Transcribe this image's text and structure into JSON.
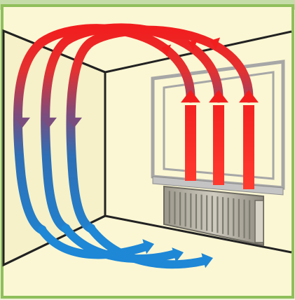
{
  "diagram": {
    "subject": "convection-heating-room",
    "colors": {
      "wall": "#fbf7d4",
      "wall_left": "#f6f1c8",
      "outline": "#222222",
      "frame_border": "#8fbf5a",
      "backdrop_green": "#c6dca8",
      "window_frame": "#a7a7a7",
      "radiator": "#b4b0a4",
      "radiator_dark": "#7d7a70",
      "warm_air": "#f21e1e",
      "mid_air": "#7a4d7f",
      "cool_air": "#1e87d6"
    },
    "elements": {
      "rising_arrow_count": 3,
      "loop_arrow_count": 3,
      "floor_arrow_count": 3,
      "radiator_fin_count": 16
    }
  }
}
